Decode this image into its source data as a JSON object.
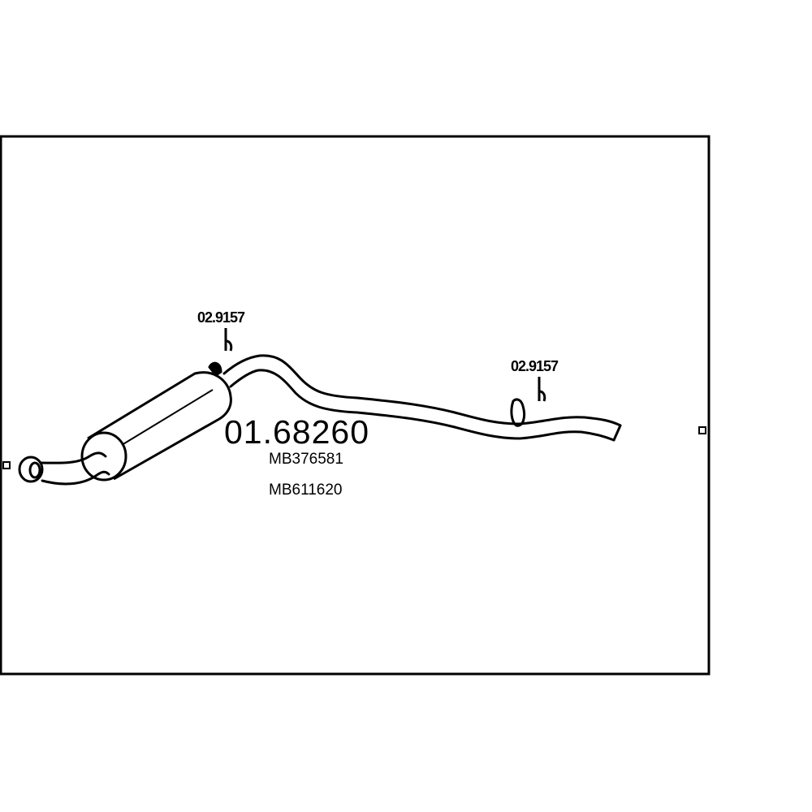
{
  "diagram": {
    "main_part_number": "01.68260",
    "oem_references": [
      "MB376581",
      "MB611620"
    ],
    "clamp_labels": [
      "02.9157",
      "02.9157"
    ],
    "colors": {
      "line": "#000000",
      "background": "#ffffff"
    }
  }
}
